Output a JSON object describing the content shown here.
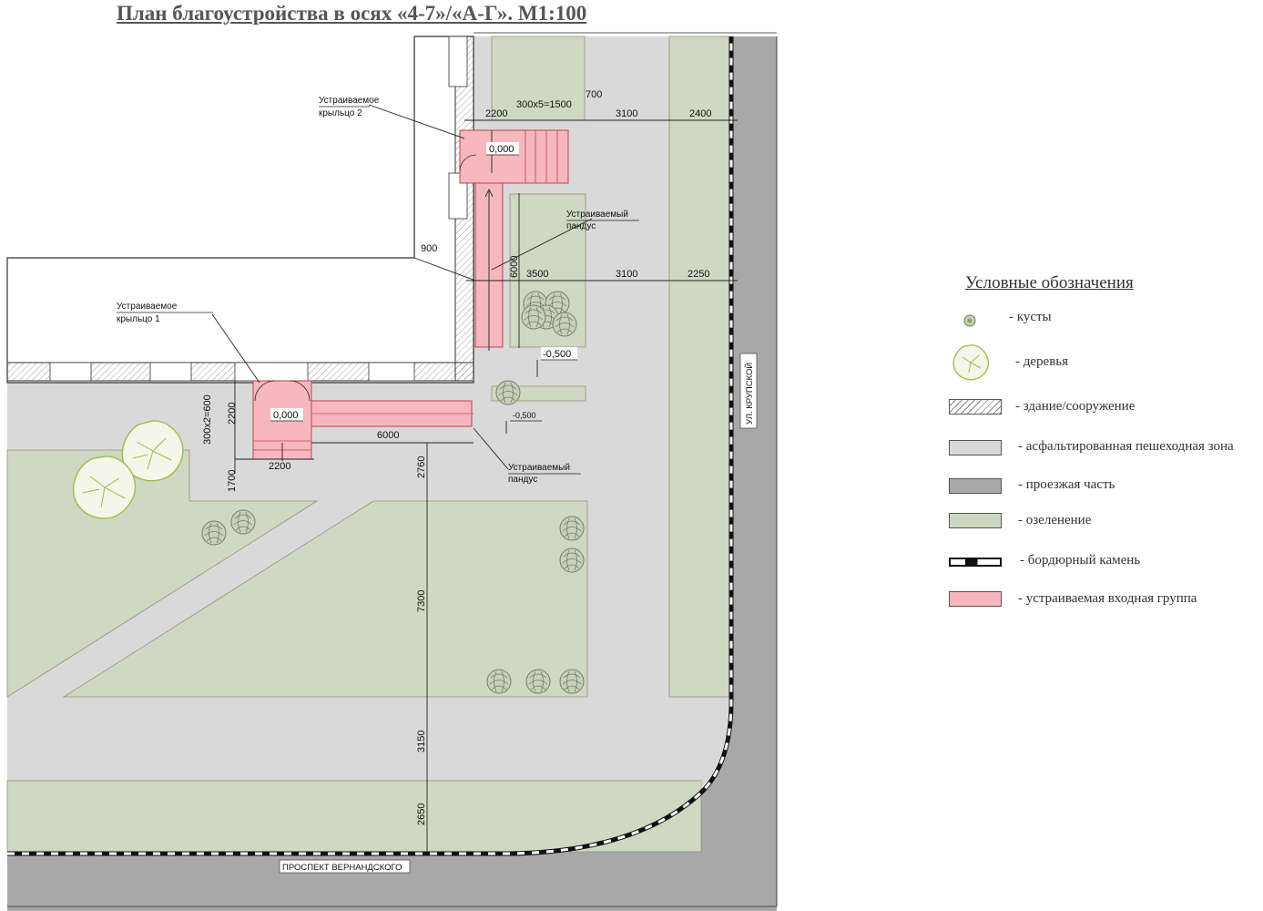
{
  "title": "План благоустройства в осях «4-7»/«А-Г». М1:100",
  "labels": {
    "porch1": [
      "Устраиваемое",
      "крыльцо 1"
    ],
    "porch2": [
      "Устраиваемое",
      "крыльцо 2"
    ],
    "ramp1": [
      "Устраиваемый",
      "пандус"
    ],
    "ramp2": [
      "Устраиваемый",
      "пандус"
    ],
    "street_right": "УЛ. КРУПСКОЙ",
    "street_bottom": "ПРОСПЕКТ ВЕРНАНДСКОГО"
  },
  "levels": {
    "l1": "0,000",
    "l2": "0,000",
    "l3": "-0,500",
    "l4": "-0,500"
  },
  "dims": {
    "d2200a": "2200",
    "d300x5": "300х5=1500",
    "d700": "700",
    "d3100a": "3100",
    "d2400": "2400",
    "d900": "900",
    "d6000v": "6000",
    "d3500": "3500",
    "d3100b": "3100",
    "d2250": "2250",
    "d300x2": "300х2=600",
    "d2200v": "2200",
    "d1700": "1700",
    "d2200b": "2200",
    "d6000h": "6000",
    "d2760": "2760",
    "d7300": "7300",
    "d3150": "3150",
    "d2650": "2650"
  },
  "legend": {
    "title": "Условные обозначения",
    "items": [
      {
        "key": "shrub",
        "label": "-      кусты"
      },
      {
        "key": "tree",
        "label": "-  деревья"
      },
      {
        "key": "building",
        "label": "- здание/сооружение"
      },
      {
        "key": "asphalt",
        "label": "-  асфальтированная пешеходная зона"
      },
      {
        "key": "road",
        "label": "-  проезжая часть"
      },
      {
        "key": "green",
        "label": "-  озеленение"
      },
      {
        "key": "curb",
        "label": "-  бордюрный камень"
      },
      {
        "key": "entrance",
        "label": "-  устраиваемая входная группа"
      }
    ]
  },
  "colors": {
    "asphalt": "#d9d9d9",
    "road": "#a8a8a8",
    "green": "#cdd9c2",
    "entrance": "#f6b7bf",
    "shrub": "#8aa06c",
    "tree": "#9cbd4a",
    "line": "#333333"
  }
}
